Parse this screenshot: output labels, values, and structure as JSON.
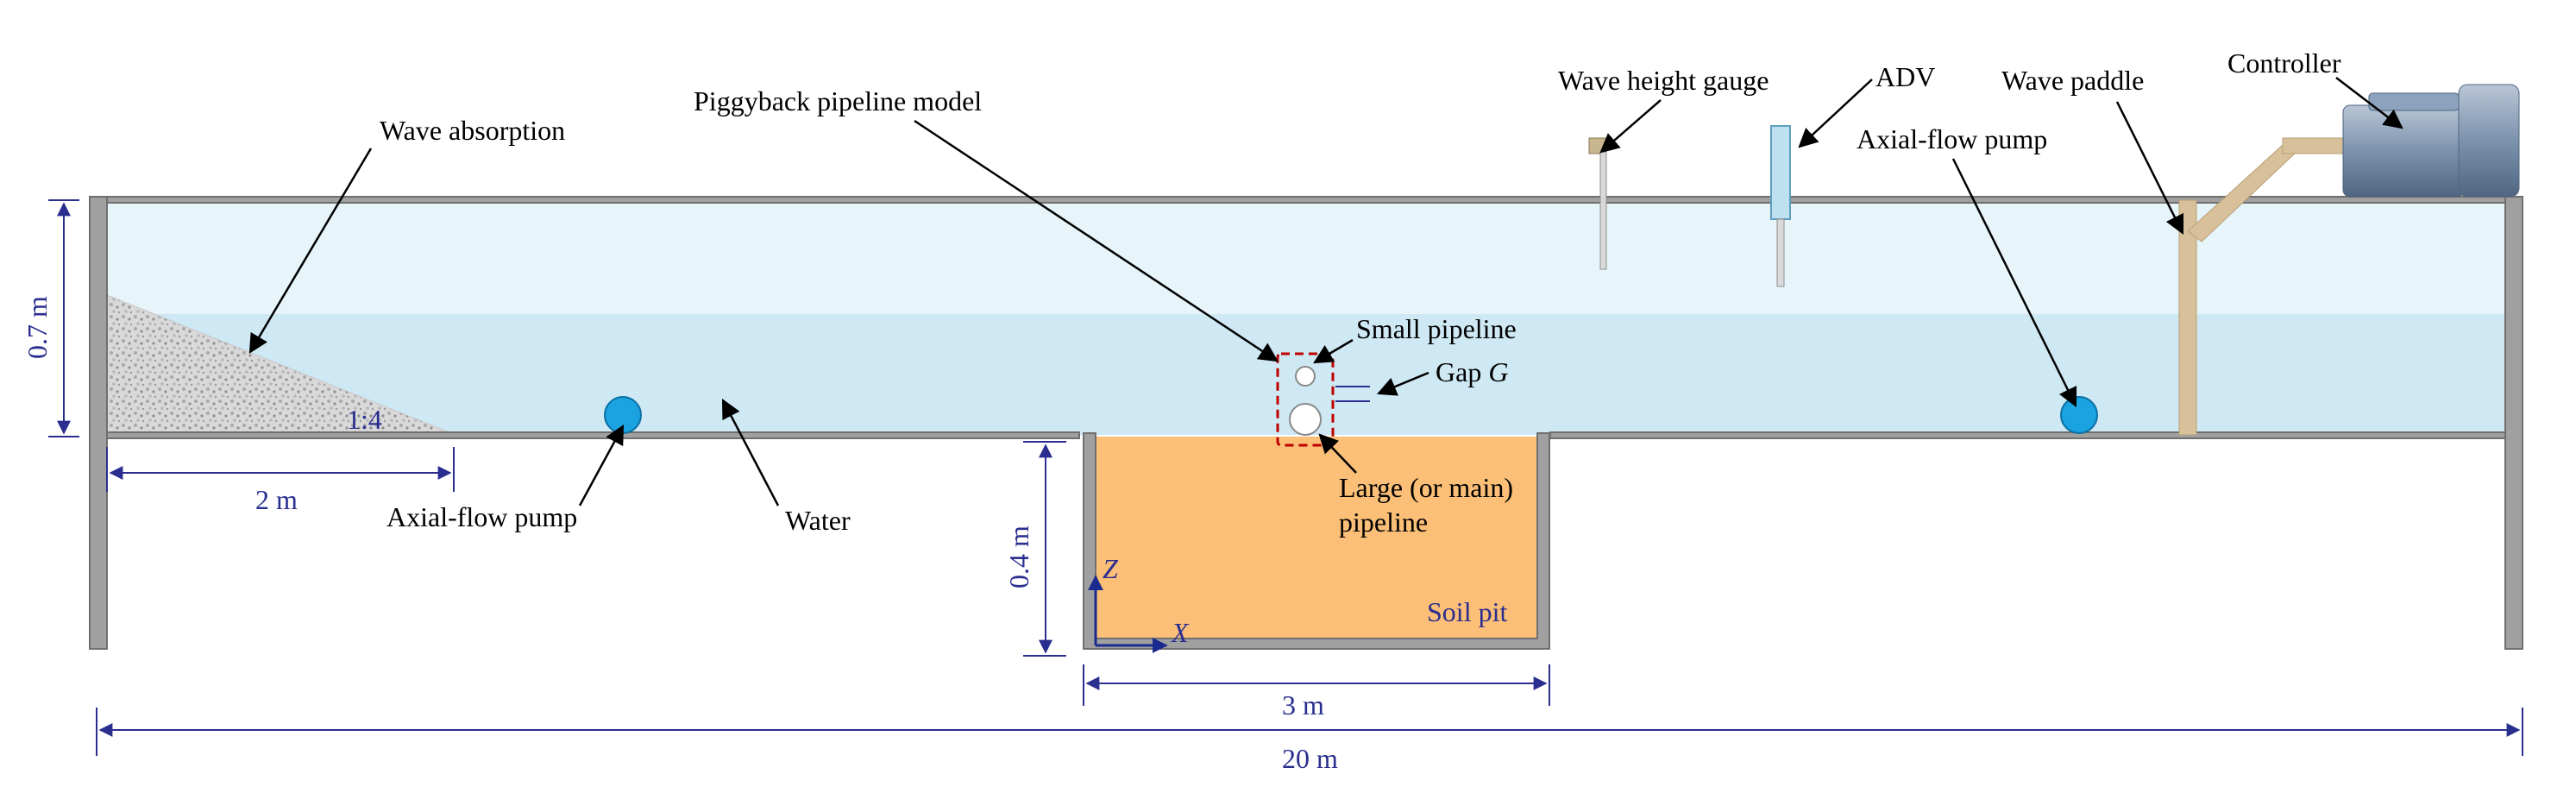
{
  "labels": {
    "wave_absorption": "Wave absorption",
    "piggyback_model": "Piggyback pipeline model",
    "wave_height_gauge": "Wave height gauge",
    "adv": "ADV",
    "wave_paddle": "Wave paddle",
    "controller": "Controller",
    "axial_pump_right": "Axial-flow pump",
    "axial_pump_left": "Axial-flow pump",
    "water": "Water",
    "small_pipeline": "Small pipeline",
    "gap_prefix": "Gap ",
    "gap_symbol": "G",
    "large_pipeline_line1": "Large (or main)",
    "large_pipeline_line2": "pipeline",
    "soil_pit": "Soil pit",
    "slope_ratio": "1:4",
    "axis_z": "Z",
    "axis_x": "X"
  },
  "dimensions": {
    "water_depth": "0.7 m",
    "absorber_length": "2 m",
    "pit_depth": "0.4 m",
    "pit_width": "3 m",
    "flume_length": "20 m"
  },
  "colors": {
    "water_upper": "#e7f4f9",
    "water_lower": "#cfe9f4",
    "soil": "#fbbf77",
    "wall": "#a0a0a0",
    "dimension": "#2a2e8f",
    "pump": "#1aa3e0",
    "paddle": "#d8c09a",
    "pipeline_box": "#c00000",
    "controller": "#7c92ad"
  }
}
